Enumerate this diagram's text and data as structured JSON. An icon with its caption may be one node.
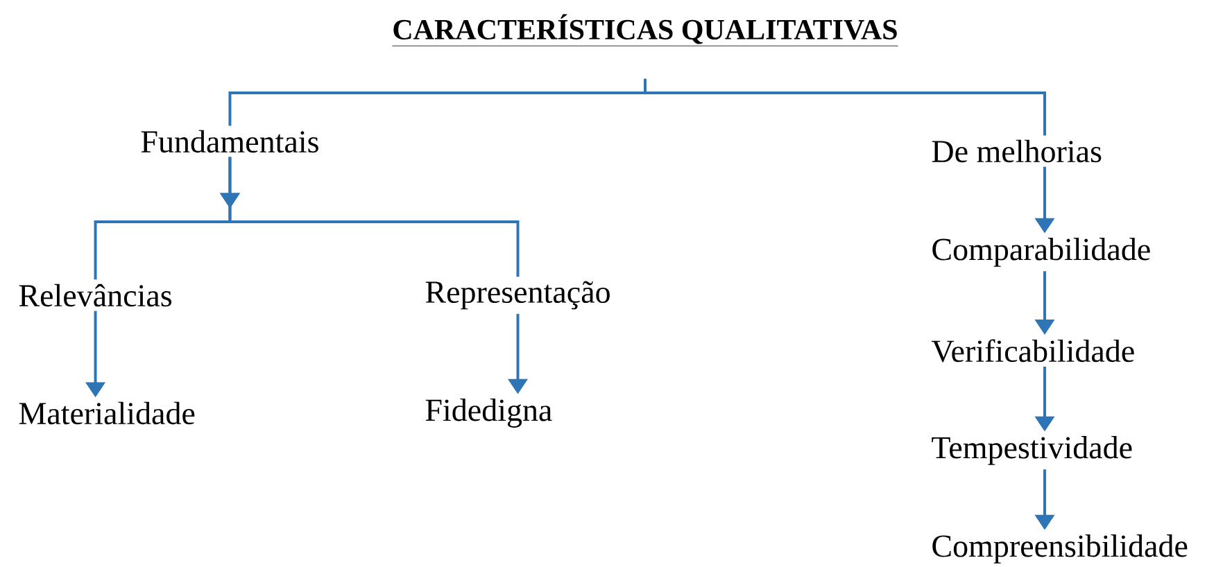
{
  "diagram": {
    "nodes": [
      {
        "text": [
          "CARACTERÍSTICAS QUALITATIVAS"
        ]
      },
      {
        "text": [
          "Fundamentais"
        ]
      },
      {
        "text": [
          "De melhorias"
        ]
      },
      {
        "text": [
          "Relevâncias"
        ]
      },
      {
        "text": [
          "Representação"
        ]
      },
      {
        "text": [
          "Materialidade"
        ]
      },
      {
        "text": [
          "Fidedigna"
        ]
      },
      {
        "text": [
          "Comparabilidade"
        ]
      },
      {
        "text": [
          "Verificabilidade"
        ]
      },
      {
        "text": [
          "Tempestividade"
        ]
      },
      {
        "text": [
          "Compreensibilidade"
        ]
      }
    ],
    "edges": [
      {
        "from": 0,
        "to": 1,
        "arrow": "none"
      },
      {
        "from": 0,
        "to": 2,
        "arrow": "none"
      },
      {
        "from": 1,
        "to": 3,
        "arrow": "to"
      },
      {
        "from": 1,
        "to": 4,
        "arrow": "to"
      },
      {
        "from": 3,
        "to": 5,
        "arrow": "to"
      },
      {
        "from": 4,
        "to": 6,
        "arrow": "to"
      },
      {
        "from": 2,
        "to": 7,
        "arrow": "to"
      },
      {
        "from": 7,
        "to": 8,
        "arrow": "to"
      },
      {
        "from": 8,
        "to": 9,
        "arrow": "to"
      },
      {
        "from": 9,
        "to": 10,
        "arrow": "to"
      }
    ]
  }
}
